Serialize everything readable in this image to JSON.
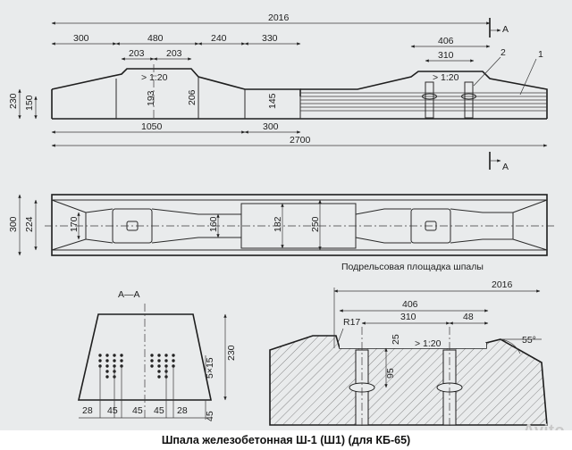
{
  "caption": "Шпала железобетонная Ш-1 (Ш1) (для КБ-65)",
  "watermark": "Avito",
  "subtitle_rail_seat": "Подрельсовая площадка шпалы",
  "section_label": "А—А",
  "cut_mark": "А",
  "callouts": {
    "c2": "2",
    "c1": "1"
  },
  "elevation": {
    "d2016": "2016",
    "d300a": "300",
    "d480": "480",
    "d240": "240",
    "d330": "330",
    "d406": "406",
    "d203a": "203",
    "d203b": "203",
    "d310": "310",
    "slope1": "> 1:20",
    "slope2": "> 1:20",
    "h230": "230",
    "h150": "150",
    "h193": "193",
    "h206": "206",
    "h145": "145",
    "d1050": "1050",
    "d300b": "300",
    "d2700": "2700"
  },
  "plan": {
    "w300": "300",
    "w224": "224",
    "w170": "170",
    "w160": "160",
    "w182": "182",
    "w250": "250"
  },
  "section": {
    "h230": "230",
    "h5x15": "5×15",
    "h45": "45",
    "b28a": "28",
    "b45a": "45",
    "b45b": "45",
    "b45c": "45",
    "b28b": "28"
  },
  "rail_seat": {
    "d2016": "2016",
    "d406": "406",
    "d310": "310",
    "d48": "48",
    "r17": "R17",
    "d25": "25",
    "d95": "95",
    "slope": "> 1:20",
    "angle": "55°"
  }
}
